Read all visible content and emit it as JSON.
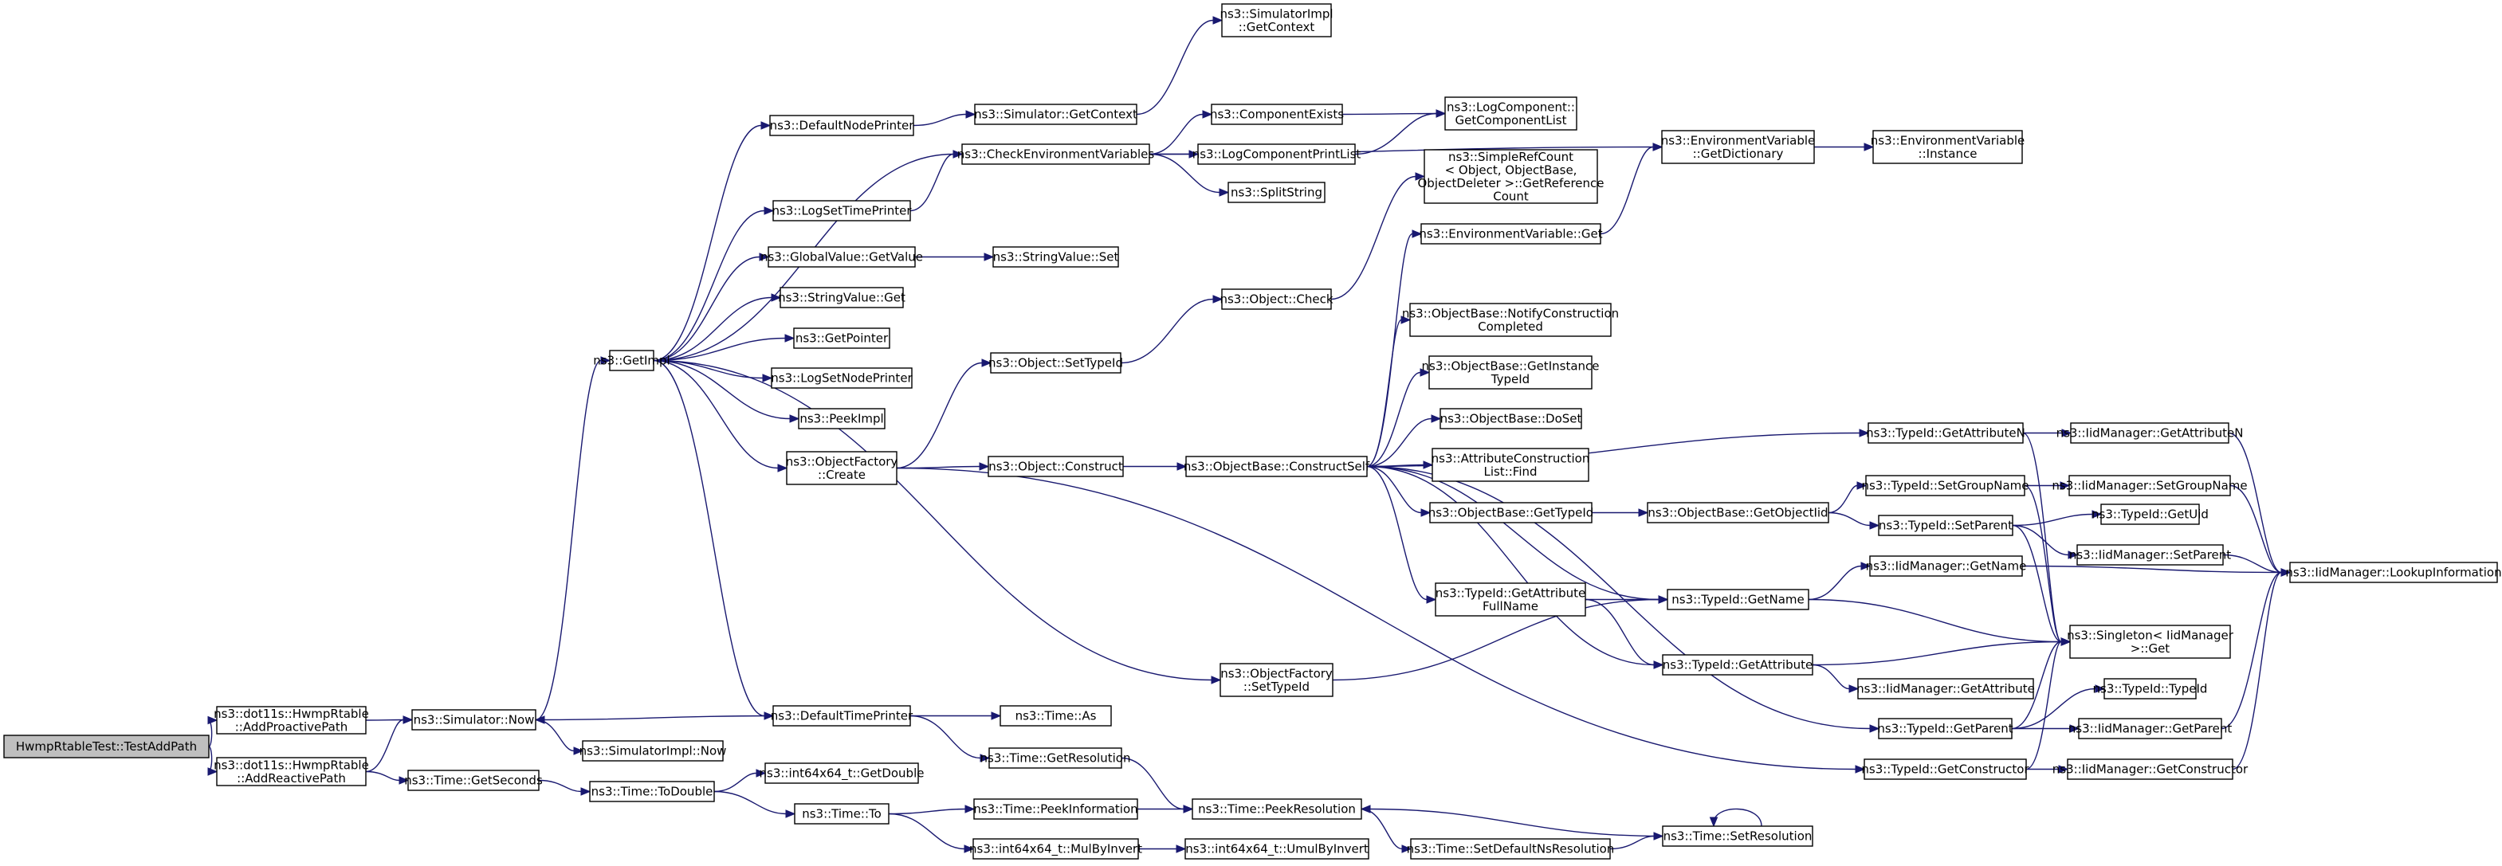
{
  "colors": {
    "root_fill": "#bfbfbf",
    "node_fill": "#ffffff",
    "edge": "#191970",
    "border": "#000000"
  },
  "nodes": [
    {
      "id": "root",
      "label": [
        "HwmpRtableTest::TestAddPath"
      ],
      "root": true
    },
    {
      "id": "addProactive",
      "label": [
        "ns3::dot11s::HwmpRtable",
        "::AddProactivePath"
      ]
    },
    {
      "id": "addReactive",
      "label": [
        "ns3::dot11s::HwmpRtable",
        "::AddReactivePath"
      ]
    },
    {
      "id": "simNow",
      "label": [
        "ns3::Simulator::Now"
      ]
    },
    {
      "id": "getSeconds",
      "label": [
        "ns3::Time::GetSeconds"
      ]
    },
    {
      "id": "getImpl",
      "label": [
        "ns3::GetImpl"
      ]
    },
    {
      "id": "simImplNow",
      "label": [
        "ns3::SimulatorImpl::Now"
      ]
    },
    {
      "id": "toDouble",
      "label": [
        "ns3::Time::ToDouble"
      ]
    },
    {
      "id": "defNodePrinter",
      "label": [
        "ns3::DefaultNodePrinter"
      ]
    },
    {
      "id": "logSetTimePrinter",
      "label": [
        "ns3::LogSetTimePrinter"
      ]
    },
    {
      "id": "gvGetValue",
      "label": [
        "ns3::GlobalValue::GetValue"
      ]
    },
    {
      "id": "svGet",
      "label": [
        "ns3::StringValue::Get"
      ]
    },
    {
      "id": "getPointer",
      "label": [
        "ns3::GetPointer"
      ]
    },
    {
      "id": "logSetNodePrinter",
      "label": [
        "ns3::LogSetNodePrinter"
      ]
    },
    {
      "id": "peekImpl",
      "label": [
        "ns3::PeekImpl"
      ]
    },
    {
      "id": "ofCreate",
      "label": [
        "ns3::ObjectFactory",
        "::Create"
      ]
    },
    {
      "id": "defTimePrinter",
      "label": [
        "ns3::DefaultTimePrinter"
      ]
    },
    {
      "id": "getDouble",
      "label": [
        "ns3::int64x64_t::GetDouble"
      ]
    },
    {
      "id": "timeTo",
      "label": [
        "ns3::Time::To"
      ]
    },
    {
      "id": "simGetContext",
      "label": [
        "ns3::Simulator::GetContext"
      ]
    },
    {
      "id": "checkEnv",
      "label": [
        "ns3::CheckEnvironmentVariables"
      ]
    },
    {
      "id": "svSet",
      "label": [
        "ns3::StringValue::Set"
      ]
    },
    {
      "id": "objSetTypeId",
      "label": [
        "ns3::Object::SetTypeId"
      ]
    },
    {
      "id": "objConstruct",
      "label": [
        "ns3::Object::Construct"
      ]
    },
    {
      "id": "ofSetTypeId",
      "label": [
        "ns3::ObjectFactory",
        "::SetTypeId"
      ]
    },
    {
      "id": "timeAs",
      "label": [
        "ns3::Time::As"
      ]
    },
    {
      "id": "timeGetRes",
      "label": [
        "ns3::Time::GetResolution"
      ]
    },
    {
      "id": "peekInfo",
      "label": [
        "ns3::Time::PeekInformation"
      ]
    },
    {
      "id": "mulByInvert",
      "label": [
        "ns3::int64x64_t::MulByInvert"
      ]
    },
    {
      "id": "simImplGetContext",
      "label": [
        "ns3::SimulatorImpl",
        "::GetContext"
      ]
    },
    {
      "id": "compExists",
      "label": [
        "ns3::ComponentExists"
      ]
    },
    {
      "id": "logCompPrintList",
      "label": [
        "ns3::LogComponentPrintList"
      ]
    },
    {
      "id": "splitString",
      "label": [
        "ns3::SplitString"
      ]
    },
    {
      "id": "objCheck",
      "label": [
        "ns3::Object::Check"
      ]
    },
    {
      "id": "obConstructSelf",
      "label": [
        "ns3::ObjectBase::ConstructSelf"
      ]
    },
    {
      "id": "peekRes",
      "label": [
        "ns3::Time::PeekResolution"
      ]
    },
    {
      "id": "umulByInvert",
      "label": [
        "ns3::int64x64_t::UmulByInvert"
      ]
    },
    {
      "id": "logCompGetList",
      "label": [
        "ns3::LogComponent::",
        "GetComponentList"
      ]
    },
    {
      "id": "simpleRefCount",
      "label": [
        "ns3::SimpleRefCount",
        "< Object, ObjectBase,",
        "ObjectDeleter >::GetReference",
        "Count"
      ]
    },
    {
      "id": "envVarGet",
      "label": [
        "ns3::EnvironmentVariable::Get"
      ]
    },
    {
      "id": "obNotifyCC",
      "label": [
        "ns3::ObjectBase::NotifyConstruction",
        "Completed"
      ]
    },
    {
      "id": "obGetInstanceTypeId",
      "label": [
        "ns3::ObjectBase::GetInstance",
        "TypeId"
      ]
    },
    {
      "id": "obDoSet",
      "label": [
        "ns3::ObjectBase::DoSet"
      ]
    },
    {
      "id": "attrConstrFind",
      "label": [
        "ns3::AttributeConstruction",
        "List::Find"
      ]
    },
    {
      "id": "obGetTypeId",
      "label": [
        "ns3::ObjectBase::GetTypeId"
      ]
    },
    {
      "id": "tidGetAttrFullName",
      "label": [
        "ns3::TypeId::GetAttribute",
        "FullName"
      ]
    },
    {
      "id": "setDefaultNsRes",
      "label": [
        "ns3::Time::SetDefaultNsResolution"
      ]
    },
    {
      "id": "envVarGetDict",
      "label": [
        "ns3::EnvironmentVariable",
        "::GetDictionary"
      ]
    },
    {
      "id": "obGetObjectIid",
      "label": [
        "ns3::ObjectBase::GetObjectIid"
      ]
    },
    {
      "id": "tidGetName",
      "label": [
        "ns3::TypeId::GetName"
      ]
    },
    {
      "id": "tidGetAttribute",
      "label": [
        "ns3::TypeId::GetAttribute"
      ]
    },
    {
      "id": "timeSetRes",
      "label": [
        "ns3::Time::SetResolution"
      ]
    },
    {
      "id": "envVarInstance",
      "label": [
        "ns3::EnvironmentVariable",
        "::Instance"
      ]
    },
    {
      "id": "tidGetAttributeN",
      "label": [
        "ns3::TypeId::GetAttributeN"
      ]
    },
    {
      "id": "tidSetGroupName",
      "label": [
        "ns3::TypeId::SetGroupName"
      ]
    },
    {
      "id": "tidSetParent",
      "label": [
        "ns3::TypeId::SetParent"
      ]
    },
    {
      "id": "iidGetName",
      "label": [
        "ns3::IidManager::GetName"
      ]
    },
    {
      "id": "iidGetAttribute",
      "label": [
        "ns3::IidManager::GetAttribute"
      ]
    },
    {
      "id": "tidGetParent",
      "label": [
        "ns3::TypeId::GetParent"
      ]
    },
    {
      "id": "tidGetConstructor",
      "label": [
        "ns3::TypeId::GetConstructor"
      ]
    },
    {
      "id": "iidGetAttributeN",
      "label": [
        "ns3::IidManager::GetAttributeN"
      ]
    },
    {
      "id": "iidSetGroupName",
      "label": [
        "ns3::IidManager::SetGroupName"
      ]
    },
    {
      "id": "tidGetUid",
      "label": [
        "ns3::TypeId::GetUid"
      ]
    },
    {
      "id": "iidSetParent",
      "label": [
        "ns3::IidManager::SetParent"
      ]
    },
    {
      "id": "singletonGet",
      "label": [
        "ns3::Singleton< IidManager",
        ">::Get"
      ]
    },
    {
      "id": "tidTypeId",
      "label": [
        "ns3::TypeId::TypeId"
      ]
    },
    {
      "id": "iidGetParent",
      "label": [
        "ns3::IidManager::GetParent"
      ]
    },
    {
      "id": "iidGetConstructor",
      "label": [
        "ns3::IidManager::GetConstructor"
      ]
    },
    {
      "id": "iidLookupInfo",
      "label": [
        "ns3::IidManager::LookupInformation"
      ]
    }
  ],
  "edges": [
    [
      "root",
      "addProactive"
    ],
    [
      "root",
      "addReactive"
    ],
    [
      "addProactive",
      "simNow"
    ],
    [
      "addReactive",
      "simNow"
    ],
    [
      "addReactive",
      "getSeconds"
    ],
    [
      "simNow",
      "getImpl"
    ],
    [
      "simNow",
      "simImplNow"
    ],
    [
      "getSeconds",
      "toDouble"
    ],
    [
      "toDouble",
      "getDouble"
    ],
    [
      "toDouble",
      "timeTo"
    ],
    [
      "getImpl",
      "defNodePrinter"
    ],
    [
      "getImpl",
      "logSetTimePrinter"
    ],
    [
      "getImpl",
      "gvGetValue"
    ],
    [
      "getImpl",
      "svGet"
    ],
    [
      "getImpl",
      "getPointer"
    ],
    [
      "getImpl",
      "logSetNodePrinter"
    ],
    [
      "getImpl",
      "peekImpl"
    ],
    [
      "getImpl",
      "ofCreate"
    ],
    [
      "getImpl",
      "defTimePrinter"
    ],
    [
      "getImpl",
      "checkEnv"
    ],
    [
      "defNodePrinter",
      "simGetContext"
    ],
    [
      "simGetContext",
      "simImplGetContext"
    ],
    [
      "logSetTimePrinter",
      "checkEnv"
    ],
    [
      "gvGetValue",
      "svSet"
    ],
    [
      "checkEnv",
      "compExists"
    ],
    [
      "checkEnv",
      "logCompPrintList"
    ],
    [
      "checkEnv",
      "splitString"
    ],
    [
      "checkEnv",
      "envVarGetDict"
    ],
    [
      "compExists",
      "logCompGetList"
    ],
    [
      "logCompPrintList",
      "logCompGetList"
    ],
    [
      "ofCreate",
      "objSetTypeId"
    ],
    [
      "ofCreate",
      "objConstruct"
    ],
    [
      "ofCreate",
      "tidGetConstructor"
    ],
    [
      "objSetTypeId",
      "objCheck"
    ],
    [
      "objCheck",
      "simpleRefCount"
    ],
    [
      "objConstruct",
      "obConstructSelf"
    ],
    [
      "defTimePrinter",
      "simNow"
    ],
    [
      "defTimePrinter",
      "timeAs"
    ],
    [
      "defTimePrinter",
      "timeGetRes"
    ],
    [
      "getImpl",
      "ofSetTypeId"
    ],
    [
      "ofSetTypeId",
      "tidGetName"
    ],
    [
      "timeGetRes",
      "peekRes"
    ],
    [
      "timeTo",
      "peekInfo"
    ],
    [
      "timeTo",
      "mulByInvert"
    ],
    [
      "peekInfo",
      "peekRes"
    ],
    [
      "mulByInvert",
      "umulByInvert"
    ],
    [
      "peekRes",
      "setDefaultNsRes"
    ],
    [
      "setDefaultNsRes",
      "timeSetRes"
    ],
    [
      "timeSetRes",
      "peekRes"
    ],
    [
      "timeSetRes",
      "timeSetRes"
    ],
    [
      "obConstructSelf",
      "envVarGet"
    ],
    [
      "obConstructSelf",
      "tidGetAttributeN"
    ],
    [
      "obConstructSelf",
      "obNotifyCC"
    ],
    [
      "obConstructSelf",
      "obGetInstanceTypeId"
    ],
    [
      "obConstructSelf",
      "obDoSet"
    ],
    [
      "obConstructSelf",
      "attrConstrFind"
    ],
    [
      "obConstructSelf",
      "obGetTypeId"
    ],
    [
      "obConstructSelf",
      "tidGetAttrFullName"
    ],
    [
      "obConstructSelf",
      "tidGetName"
    ],
    [
      "obConstructSelf",
      "tidGetAttribute"
    ],
    [
      "obConstructSelf",
      "tidGetParent"
    ],
    [
      "envVarGet",
      "envVarGetDict"
    ],
    [
      "envVarGetDict",
      "envVarInstance"
    ],
    [
      "obGetTypeId",
      "obGetObjectIid"
    ],
    [
      "obGetObjectIid",
      "tidSetGroupName"
    ],
    [
      "obGetObjectIid",
      "tidSetParent"
    ],
    [
      "tidGetAttrFullName",
      "tidGetName"
    ],
    [
      "tidGetAttrFullName",
      "tidGetAttribute"
    ],
    [
      "tidGetName",
      "iidGetName"
    ],
    [
      "tidGetName",
      "singletonGet"
    ],
    [
      "tidGetAttribute",
      "iidGetAttribute"
    ],
    [
      "tidGetAttribute",
      "singletonGet"
    ],
    [
      "tidGetAttributeN",
      "iidGetAttributeN"
    ],
    [
      "tidGetAttributeN",
      "singletonGet"
    ],
    [
      "tidSetGroupName",
      "iidSetGroupName"
    ],
    [
      "tidSetGroupName",
      "singletonGet"
    ],
    [
      "tidSetParent",
      "tidGetUid"
    ],
    [
      "tidSetParent",
      "iidSetParent"
    ],
    [
      "tidSetParent",
      "singletonGet"
    ],
    [
      "tidGetParent",
      "tidTypeId"
    ],
    [
      "tidGetParent",
      "iidGetParent"
    ],
    [
      "tidGetParent",
      "singletonGet"
    ],
    [
      "tidGetConstructor",
      "iidGetConstructor"
    ],
    [
      "tidGetConstructor",
      "singletonGet"
    ],
    [
      "iidGetAttributeN",
      "iidLookupInfo"
    ],
    [
      "iidSetGroupName",
      "iidLookupInfo"
    ],
    [
      "iidSetParent",
      "iidLookupInfo"
    ],
    [
      "iidGetName",
      "iidLookupInfo"
    ],
    [
      "iidGetParent",
      "iidLookupInfo"
    ],
    [
      "iidGetConstructor",
      "iidLookupInfo"
    ]
  ]
}
